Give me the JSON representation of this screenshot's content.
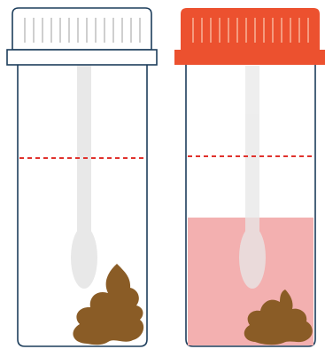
{
  "scene": {
    "containers": [
      {
        "id": "left",
        "cap_color": "#ffffff",
        "cap_outline": "#1d3e5c",
        "rib_color": "#cfcfcf",
        "liquid": false,
        "icons": [
          "swab-icon",
          "stool-sample-icon",
          "fill-line-marker"
        ]
      },
      {
        "id": "right",
        "cap_color": "#ec512f",
        "cap_outline": "#ec512f",
        "rib_color": "#f59a7e",
        "liquid": true,
        "liquid_color": "#f3b0b0",
        "icons": [
          "swab-icon",
          "stool-sample-icon",
          "fill-line-marker",
          "preservative-liquid"
        ]
      }
    ],
    "colors": {
      "outline": "#1d3e5c",
      "fill_line": "#e0322d",
      "swab": "#e8e8e8",
      "stool": "#8a5c26"
    }
  }
}
